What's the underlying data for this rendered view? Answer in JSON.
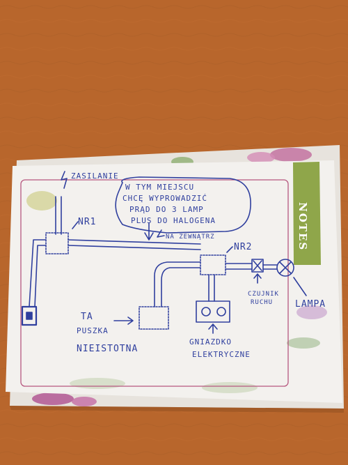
{
  "scene": {
    "background_color": "#b8662c",
    "paper_color": "#f3f1ee",
    "ink_color": "#2f3f9e",
    "side_tab_color": "#8fa64a"
  },
  "note": {
    "side_label": "NOTES",
    "supply_label": "ZASILANIE",
    "speech_bubble": [
      "W TYM MIEJSCU",
      "CHCĘ WYPROWADZIĆ",
      "PRĄD DO 3 LAMP",
      "PLUS DO HALOGENA"
    ],
    "arrow_note": "NA ZEWNĄTRZ",
    "box1_label": "NR1",
    "box2_label": "NR2",
    "sensor_label": [
      "CZUJNIK",
      "RUCHU"
    ],
    "lamp_label": "LAMPA",
    "dead_box_label": [
      "TA",
      "PUSZKA",
      "NIEISTOTNA"
    ],
    "socket_label": [
      "GNIAZDKO",
      "ELEKTRYCZNE"
    ]
  }
}
